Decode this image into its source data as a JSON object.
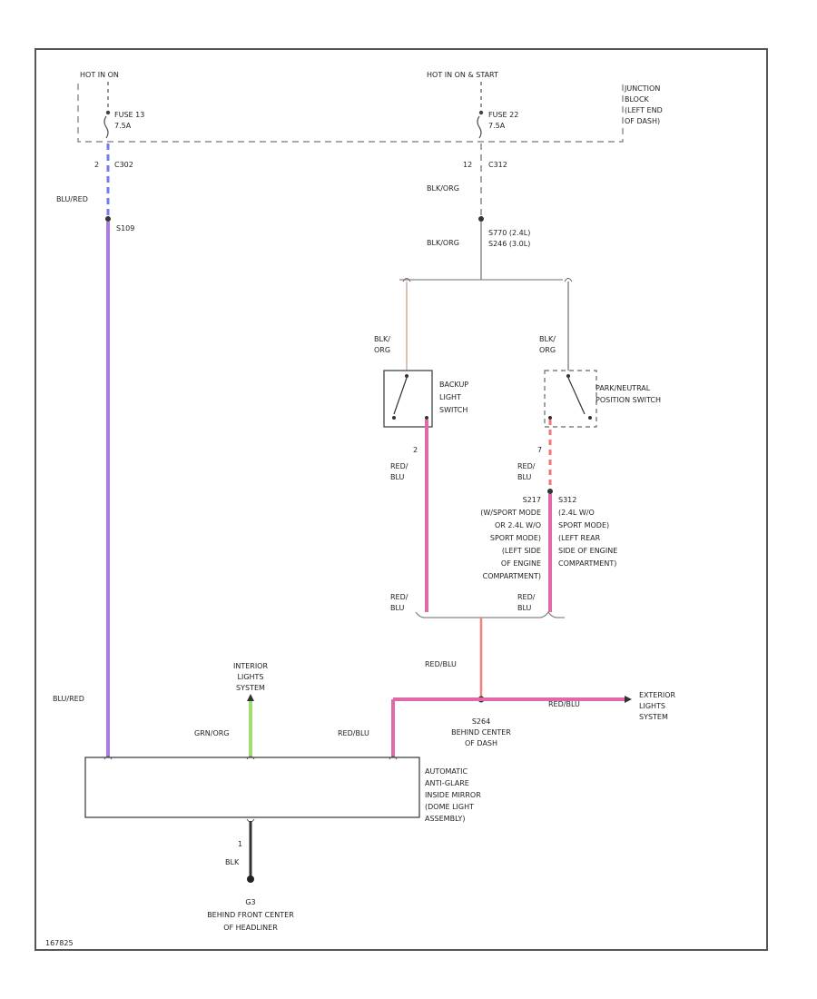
{
  "labels": {
    "hot_run": "HOT IN ON",
    "hot_run_start": "HOT IN ON & START",
    "fuse1_a": "FUSE 13",
    "fuse1_b": "7.5A",
    "fuse2_a": "FUSE 22",
    "fuse2_b": "7.5A",
    "junction_1": "JUNCTION",
    "junction_2": "BLOCK",
    "junction_3": "(LEFT END",
    "junction_4": "OF DASH)",
    "c1_pin": "2",
    "c1_name": "C302",
    "c2_pin": "12",
    "c2_name": "C312",
    "wire_blured_top": "BLU/RED",
    "splice_s1": "S109",
    "wire_blkorg_1": "BLK/ORG",
    "splice_s2_a": "S770 (2.4L)",
    "splice_s2_b": "S246 (3.0L)",
    "wire_blkorg_2": "BLK/ORG",
    "wire_blk_org_left_1": "BLK/",
    "wire_blk_org_left_2": "ORG",
    "wire_blk_org_right_1": "BLK/",
    "wire_blk_org_right_2": "ORG",
    "backup_sw_1": "BACKUP",
    "backup_sw_2": "LIGHT",
    "backup_sw_3": "SWITCH",
    "pn_sw_1": "PARK/NEUTRAL",
    "pn_sw_2": "POSITION SWITCH",
    "pin_left": "2",
    "pin_right": "7",
    "wire_redblu_l1a": "RED/",
    "wire_redblu_l1b": "BLU",
    "wire_redblu_r1a": "RED/",
    "wire_redblu_r1b": "BLU",
    "conn_left_name": "S217",
    "conn_left_1": "(W/SPORT MODE",
    "conn_left_2": "OR 2.4L W/O",
    "conn_left_3": "SPORT MODE)",
    "conn_left_4": "(LEFT SIDE",
    "conn_left_5": "OF ENGINE",
    "conn_left_6": "COMPARTMENT)",
    "conn_right_name": "S312",
    "conn_right_1": "(2.4L W/O",
    "conn_right_2": "SPORT MODE)",
    "conn_right_3": "(LEFT REAR",
    "conn_right_4": "SIDE OF ENGINE",
    "conn_right_5": "COMPARTMENT)",
    "wire_redblu_l2a": "RED/",
    "wire_redblu_l2b": "BLU",
    "wire_redblu_r2a": "RED/",
    "wire_redblu_r2b": "BLU",
    "wire_redblu_mid": "RED/BLU",
    "splice_s3": "S264",
    "splice_s3_1": "BEHIND CENTER",
    "splice_s3_2": "OF DASH",
    "wire_redblu_ext": "RED/BLU",
    "ext_1": "EXTERIOR",
    "ext_2": "LIGHTS",
    "ext_3": "SYSTEM",
    "int_1": "INTERIOR",
    "int_2": "LIGHTS",
    "int_3": "SYSTEM",
    "wire_grnorg": "GRN/ORG",
    "wire_blured_bottom": "BLU/RED",
    "wire_redblu_mirror": "RED/BLU",
    "mirror_1": "AUTOMATIC",
    "mirror_2": "ANTI-GLARE",
    "mirror_3": "INSIDE MIRROR",
    "mirror_4": "(DOME LIGHT",
    "mirror_5": "ASSEMBLY)",
    "pin_ground": "1",
    "wire_blk": "BLK",
    "ground_name": "G3",
    "ground_1": "BEHIND FRONT CENTER",
    "ground_2": "OF HEADLINER",
    "figure_id": "167825"
  },
  "colors": {
    "blu_red": "#a97be3",
    "blu_red_dash": "#6f7cf0",
    "red_blu": "#e06aa7",
    "red_blu_dash": "#f37575",
    "grn_org": "#9ee070",
    "blk_org": "#8a8a8a",
    "blk_org_tan": "#d8ae9a",
    "blk": "#333333",
    "red_blu_center": "#f2807c"
  }
}
